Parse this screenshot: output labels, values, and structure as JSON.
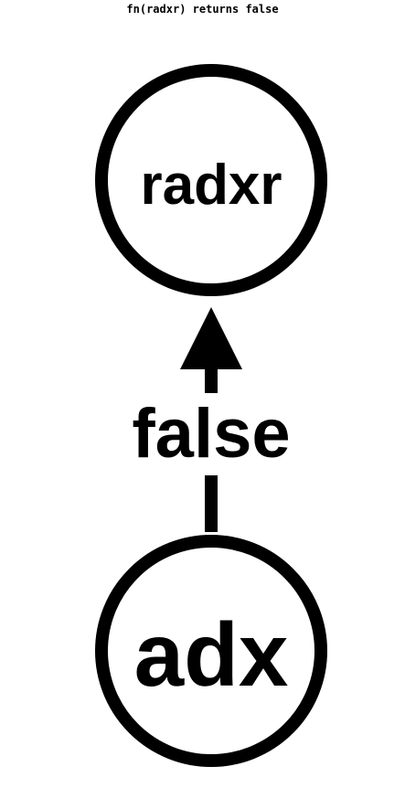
{
  "title": "fn(radxr) returns false",
  "nodes": {
    "top": {
      "label": "radxr"
    },
    "bottom": {
      "label": "adx"
    }
  },
  "edge": {
    "from": "adx",
    "to": "radxr",
    "label": "false"
  }
}
